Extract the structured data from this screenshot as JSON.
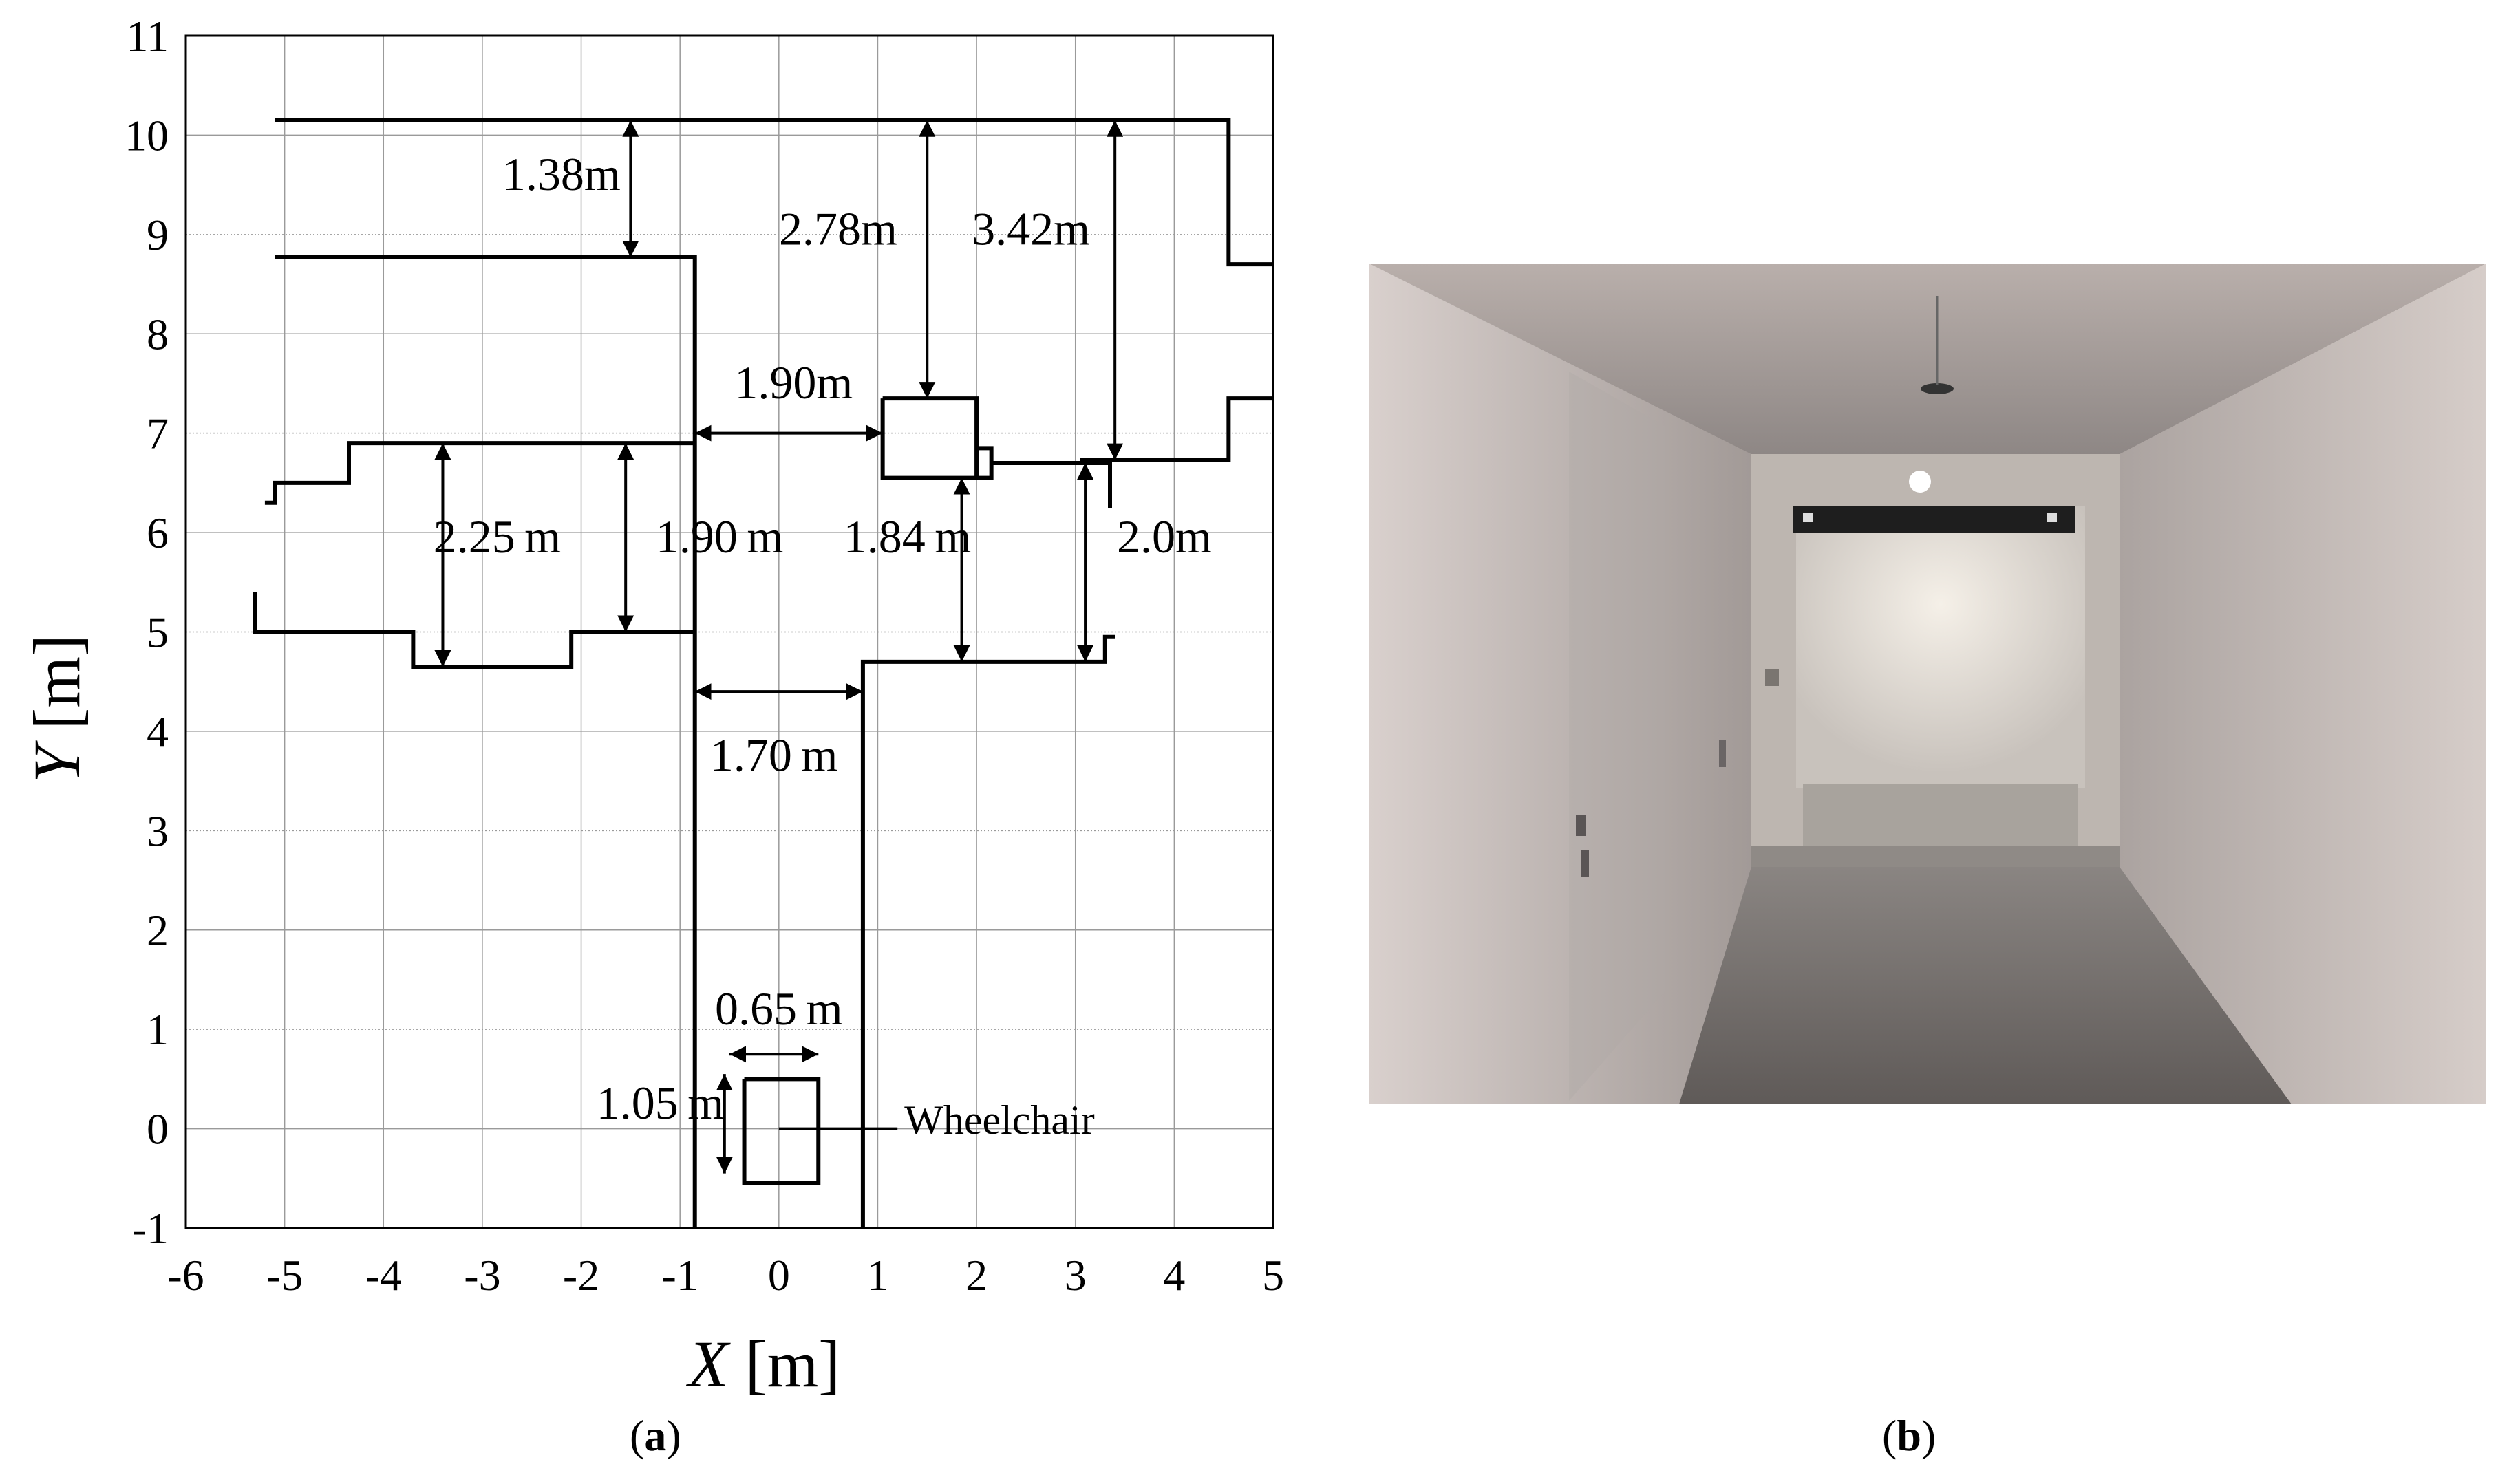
{
  "panel_a": {
    "label": "a",
    "x_axis": {
      "title": "X",
      "unit": "[m]",
      "range": [
        -6,
        5
      ],
      "ticks": [
        "-6",
        "-5",
        "-4",
        "-3",
        "-2",
        "-1",
        "0",
        "1",
        "2",
        "3",
        "4",
        "5"
      ]
    },
    "y_axis": {
      "title": "Y",
      "unit": "[m]",
      "range": [
        -1,
        11
      ],
      "ticks": [
        "-1",
        "0",
        "1",
        "2",
        "3",
        "4",
        "5",
        "6",
        "7",
        "8",
        "9",
        "10",
        "11"
      ]
    },
    "grid": true,
    "dimensions": {
      "d138": "1.38m",
      "d278": "2.78m",
      "d342": "3.42m",
      "d190top": "1.90m",
      "d225": "2.25 m",
      "d190mid": "1.90 m",
      "d184": "1.84 m",
      "d20": "2.0m",
      "d170": "1.70 m",
      "d065": "0.65 m",
      "d105": "1.05 m"
    },
    "wheelchair_label": "Wheelchair"
  },
  "panel_b": {
    "label": "b"
  },
  "colors": {
    "ink": "#000000",
    "grid": "#b0b0b0",
    "wall": "#cfc6c4",
    "floor": "#6e6866"
  },
  "chart_data": {
    "type": "diagram",
    "xlabel": "X [m]",
    "ylabel": "Y [m]",
    "xlim": [
      -6,
      5
    ],
    "ylim": [
      -1,
      11
    ],
    "grid": true,
    "walls": [
      {
        "name": "top-wall",
        "points": [
          [
            -5.1,
            10.15
          ],
          [
            4.55,
            10.15
          ],
          [
            4.55,
            8.7
          ],
          [
            5,
            8.7
          ]
        ]
      },
      {
        "name": "upper-left-wall",
        "points": [
          [
            -5.1,
            8.77
          ],
          [
            -0.85,
            8.77
          ],
          [
            -0.85,
            -1
          ]
        ]
      },
      {
        "name": "mid-left-wall",
        "points": [
          [
            -5.2,
            6.3
          ],
          [
            -5.1,
            6.3
          ],
          [
            -5.1,
            6.5
          ],
          [
            -4.35,
            6.5
          ],
          [
            -4.35,
            6.9
          ],
          [
            -0.85,
            6.9
          ]
        ]
      },
      {
        "name": "lower-left-wall",
        "points": [
          [
            -5.3,
            5.4
          ],
          [
            -5.3,
            5.0
          ],
          [
            -3.7,
            5.0
          ],
          [
            -3.7,
            4.65
          ],
          [
            -2.1,
            4.65
          ],
          [
            -2.1,
            5.0
          ],
          [
            -0.85,
            5.0
          ]
        ]
      },
      {
        "name": "right-corridor-wall",
        "points": [
          [
            0.85,
            -1
          ],
          [
            0.85,
            4.7
          ],
          [
            3.3,
            4.7
          ],
          [
            3.3,
            4.95
          ],
          [
            3.4,
            4.95
          ]
        ]
      },
      {
        "name": "obstacle-box",
        "points": [
          [
            1.05,
            7.35
          ],
          [
            2.0,
            7.35
          ],
          [
            2.0,
            6.55
          ],
          [
            1.05,
            6.55
          ],
          [
            1.05,
            7.35
          ]
        ]
      },
      {
        "name": "mid-right-wall",
        "points": [
          [
            2.0,
            6.85
          ],
          [
            2.15,
            6.85
          ],
          [
            2.15,
            6.55
          ],
          [
            2.0,
            6.55
          ]
        ]
      },
      {
        "name": "mid-right-wall-2",
        "points": [
          [
            2.15,
            6.7
          ],
          [
            3.35,
            6.7
          ],
          [
            3.35,
            6.25
          ]
        ]
      },
      {
        "name": "right-upper-wall",
        "points": [
          [
            3.05,
            6.73
          ],
          [
            4.55,
            6.73
          ],
          [
            4.55,
            7.35
          ],
          [
            5,
            7.35
          ]
        ]
      },
      {
        "name": "wheelchair",
        "points": [
          [
            -0.35,
            0.5
          ],
          [
            0.4,
            0.5
          ],
          [
            0.4,
            -0.55
          ],
          [
            -0.35,
            -0.55
          ],
          [
            -0.35,
            0.5
          ]
        ]
      }
    ],
    "annotations": [
      {
        "text": "1.38m",
        "from": [
          -1.5,
          10.15
        ],
        "to": [
          -1.5,
          8.77
        ]
      },
      {
        "text": "2.78m",
        "from": [
          1.5,
          10.15
        ],
        "to": [
          1.5,
          7.35
        ]
      },
      {
        "text": "3.42m",
        "from": [
          3.4,
          10.15
        ],
        "to": [
          3.4,
          6.73
        ]
      },
      {
        "text": "1.90m",
        "from": [
          -0.85,
          7.0
        ],
        "to": [
          1.05,
          7.0
        ]
      },
      {
        "text": "2.25 m",
        "from": [
          -3.4,
          6.9
        ],
        "to": [
          -3.4,
          4.65
        ]
      },
      {
        "text": "1.90 m",
        "from": [
          -1.55,
          6.9
        ],
        "to": [
          -1.55,
          5.0
        ]
      },
      {
        "text": "1.84 m",
        "from": [
          1.85,
          6.55
        ],
        "to": [
          1.85,
          4.7
        ]
      },
      {
        "text": "2.0m",
        "from": [
          3.1,
          6.7
        ],
        "to": [
          3.1,
          4.7
        ]
      },
      {
        "text": "1.70 m",
        "from": [
          -0.85,
          4.4
        ],
        "to": [
          0.85,
          4.4
        ]
      },
      {
        "text": "0.65 m",
        "from": [
          -0.5,
          0.75
        ],
        "to": [
          0.4,
          0.75
        ]
      },
      {
        "text": "1.05 m",
        "from": [
          -0.55,
          0.55
        ],
        "to": [
          -0.55,
          -0.45
        ]
      },
      {
        "text": "Wheelchair",
        "from": [
          0.0,
          0.0
        ],
        "to": [
          1.2,
          0.0
        ]
      }
    ]
  }
}
